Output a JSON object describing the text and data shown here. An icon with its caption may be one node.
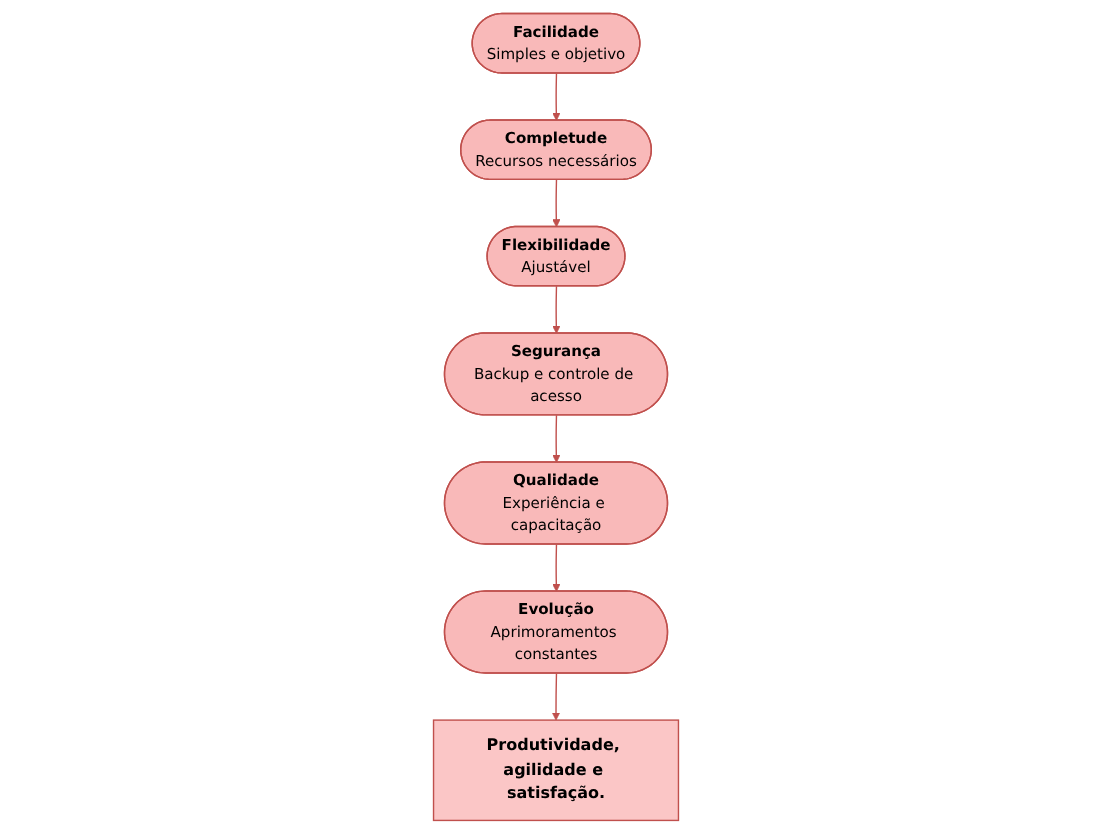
{
  "diagram": {
    "nodes": [
      {
        "text": [
          "Evolução",
          "Aprimoramentos constantes"
        ]
      },
      {
        "text": [
          "Facilidade",
          "Simples e objetivo"
        ]
      },
      {
        "text": [
          "Produtividade, agilidade e satisfação."
        ]
      },
      {
        "text": [
          "Qualidade",
          "Experiência e capacitação"
        ]
      },
      {
        "text": [
          "Completude",
          "Recursos necessários"
        ]
      },
      {
        "text": [
          "Segurança",
          "Backup e controle de acesso"
        ]
      },
      {
        "text": [
          "Flexibilidade",
          "Ajustável"
        ]
      }
    ],
    "edges": [
      {
        "from": 0,
        "to": 2,
        "arrow": "to"
      },
      {
        "from": 1,
        "to": 4,
        "arrow": "to"
      },
      {
        "from": 4,
        "to": 6,
        "arrow": "to"
      },
      {
        "from": 6,
        "to": 5,
        "arrow": "to"
      },
      {
        "from": 5,
        "to": 3,
        "arrow": "to"
      },
      {
        "from": 3,
        "to": 0,
        "arrow": "to"
      }
    ]
  }
}
